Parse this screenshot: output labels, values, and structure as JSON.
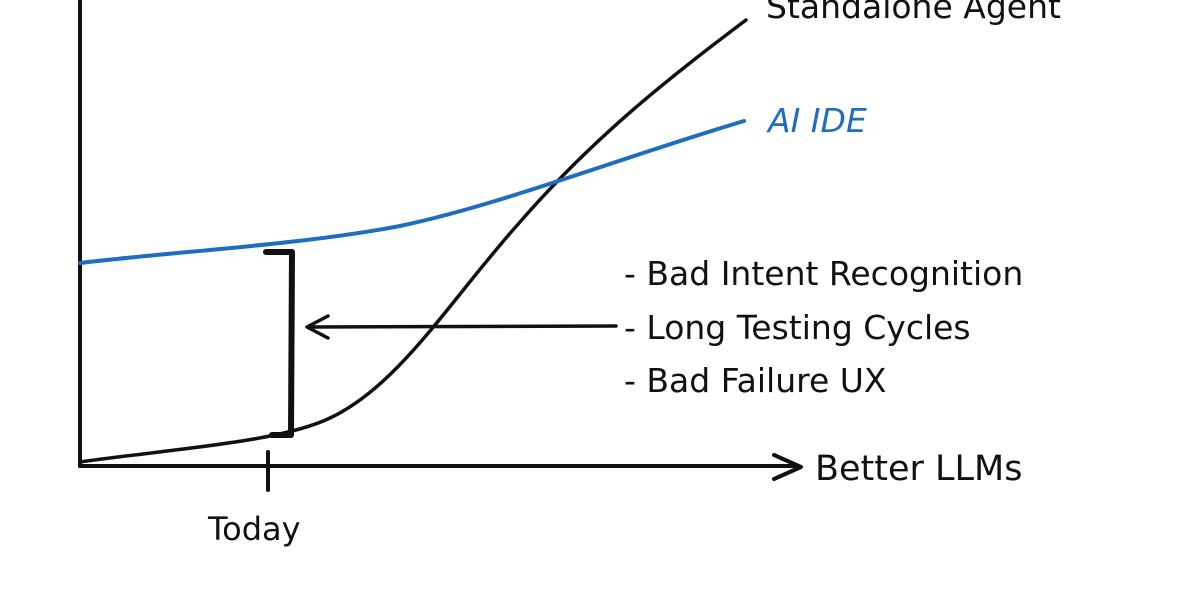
{
  "colors": {
    "ink": "#111111",
    "accent": "#1f6dbf",
    "background": "#ffffff"
  },
  "axes": {
    "x_label": "Better LLMs",
    "marker_label": "Today"
  },
  "curves": {
    "agent_label": "Standalone Agent",
    "ide_label": "AI IDE"
  },
  "gap_reasons": [
    "- Bad Intent Recognition",
    "- Long Testing Cycles",
    "- Bad Failure UX"
  ]
}
